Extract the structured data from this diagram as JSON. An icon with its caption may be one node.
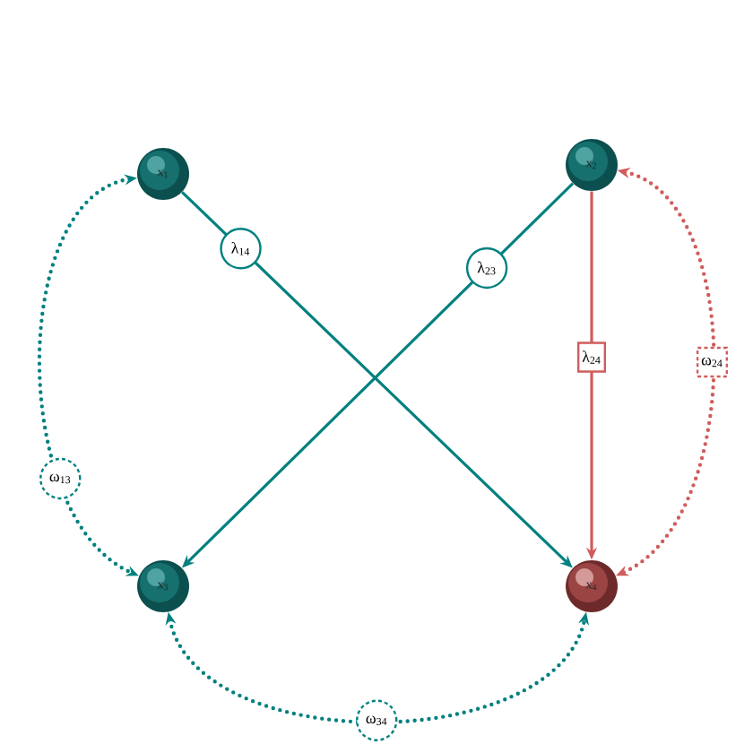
{
  "diagram": {
    "nodes": [
      {
        "text": [
          "x$_{1}$"
        ]
      },
      {
        "text": [
          "x$_{2}$"
        ]
      },
      {
        "text": [
          "x$_{3}$"
        ]
      },
      {
        "text": [
          "x$_{4}$"
        ]
      }
    ],
    "edges": [
      {
        "from": 0,
        "to": 3,
        "arrow": "to",
        "label": "λ$_{14}$"
      },
      {
        "from": 1,
        "to": 2,
        "arrow": "to",
        "label": "λ$_{23}$"
      },
      {
        "from": 1,
        "to": 3,
        "arrow": "to",
        "label": "λ$_{24}$",
        "color": "#d05c5c"
      },
      {
        "from": 0,
        "to": 2,
        "arrow": "both",
        "label": "ω$_{13}$",
        "style": "dashed"
      },
      {
        "from": 1,
        "to": 3,
        "arrow": "both",
        "label": "ω$_{24}$",
        "style": "dashed",
        "color": "#d05c5c"
      },
      {
        "from": 2,
        "to": 3,
        "arrow": "both",
        "label": "ω$_{34}$",
        "style": "dashed"
      }
    ]
  }
}
